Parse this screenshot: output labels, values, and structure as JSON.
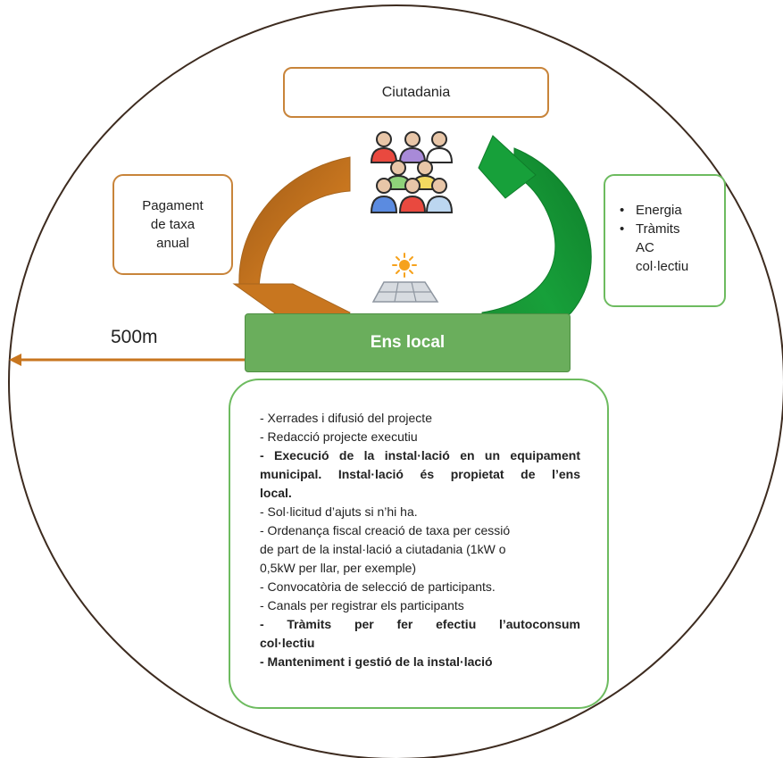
{
  "citizenship": {
    "label": "Ciutadania"
  },
  "fee": {
    "lines": [
      "Pagament",
      "de taxa",
      "anual"
    ]
  },
  "benefits": {
    "items": [
      {
        "lines": [
          "Energia"
        ]
      },
      {
        "lines": [
          "Tràmits",
          "AC",
          "col·lectiu"
        ]
      }
    ]
  },
  "local_entity": {
    "label": "Ens local"
  },
  "distance": {
    "label": "500m"
  },
  "tasks": [
    {
      "text": "- Xerrades i difusió del projecte",
      "bold": false
    },
    {
      "text": "- Redacció projecte executiu",
      "bold": false
    },
    {
      "text": "- Execució de la instal·lació en un equipament",
      "bold": true
    },
    {
      "text": "municipal. Instal·lació és propietat de l’ens",
      "bold": true
    },
    {
      "text": "local.",
      "bold": true
    },
    {
      "text": "- Sol·licitud d’ajuts si n’hi ha.",
      "bold": false
    },
    {
      "text": "- Ordenança fiscal creació de taxa per cessió",
      "bold": false
    },
    {
      "text": "de part de la instal·lació a ciutadania (1kW o",
      "bold": false
    },
    {
      "text": "0,5kW per llar, per exemple)",
      "bold": false
    },
    {
      "text": "- Convocatòria de selecció de participants.",
      "bold": false
    },
    {
      "text": "- Canals per registrar els participants",
      "bold": false
    },
    {
      "text": "- Tràmits per fer efectiu l’autoconsum",
      "bold": true
    },
    {
      "text": "col·lectiu",
      "bold": true
    },
    {
      "text": "- Manteniment i gestió de la instal·lació",
      "bold": true
    }
  ],
  "icons": {
    "people": "people-group-icon",
    "solar": "solar-panel-icon"
  },
  "colors": {
    "brown_arrow": "#c8761f",
    "green_arrow": "#17a03a",
    "local_bar": "#6aae5c",
    "box_brown_border": "#c8843a",
    "box_green_border": "#6dbb5f",
    "circle": "#3d2b1f"
  }
}
